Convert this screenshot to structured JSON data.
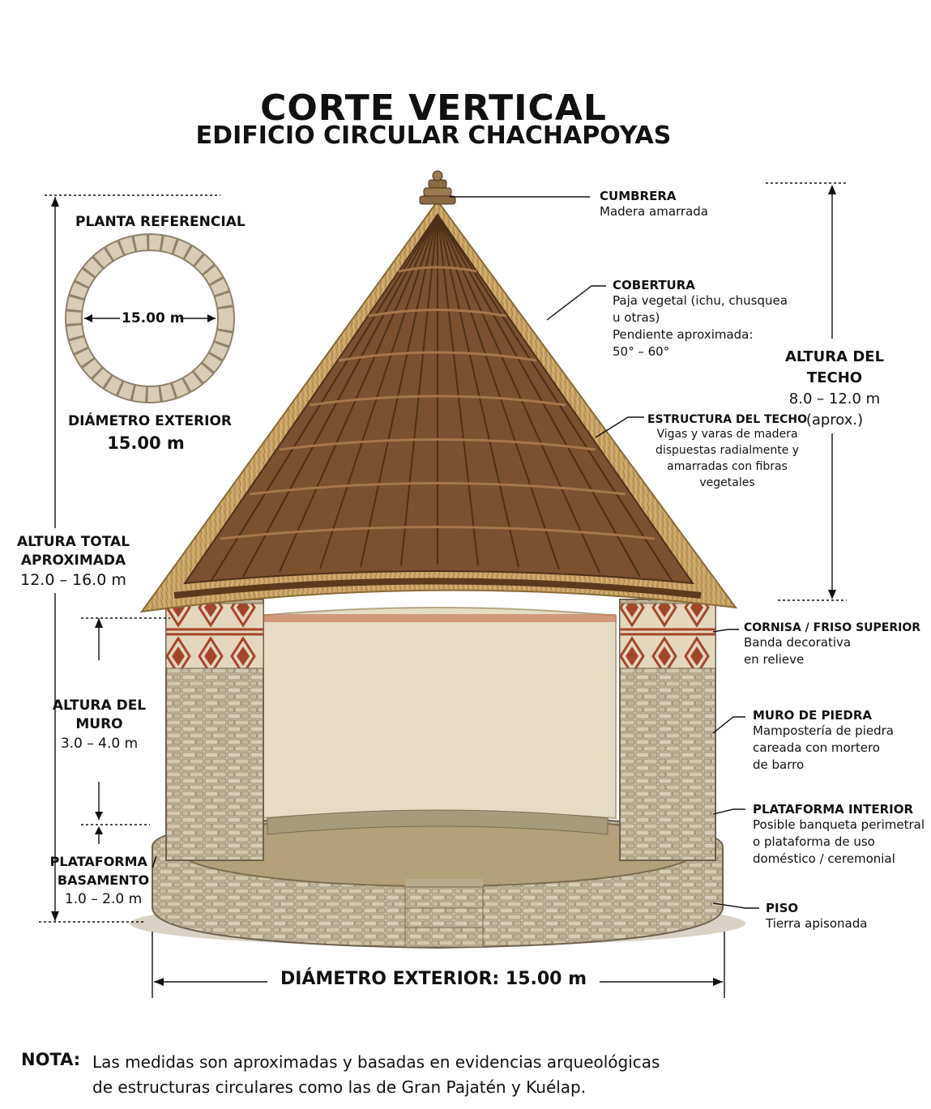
{
  "header": {
    "title": "CORTE VERTICAL",
    "subtitle": "EDIFICIO CIRCULAR CHACHAPOYAS"
  },
  "plan": {
    "heading": "PLANTA REFERENCIAL",
    "diameter_inner_label": "15.00 m",
    "diameter_caption": "DIÁMETRO EXTERIOR",
    "diameter_value": "15.00 m"
  },
  "left_dims": {
    "total_height": {
      "title_line1": "ALTURA TOTAL",
      "title_line2": "APROXIMADA",
      "value": "12.0 – 16.0 m"
    },
    "wall_height": {
      "title_line1": "ALTURA DEL",
      "title_line2": "MURO",
      "value": "3.0 – 4.0 m"
    },
    "platform_height": {
      "title_line1": "PLATAFORMA /",
      "title_line2": "BASAMENTO",
      "value": "1.0 – 2.0 m"
    }
  },
  "right_dims": {
    "roof_height": {
      "title_line1": "ALTURA DEL",
      "title_line2": "TECHO",
      "value": "8.0 – 12.0 m",
      "note": "(aprox.)"
    }
  },
  "callouts": {
    "cumbrera": {
      "title": "CUMBRERA",
      "lines": [
        "Madera amarrada"
      ]
    },
    "cobertura": {
      "title": "COBERTURA",
      "lines": [
        "Paja vegetal (ichu, chusquea",
        "u otras)",
        "Pendiente aproximada:",
        "50° – 60°"
      ]
    },
    "estructura": {
      "title": "ESTRUCTURA DEL TECHO",
      "lines": [
        "Vigas y varas de madera",
        "dispuestas radialmente y",
        "amarradas con fibras",
        "vegetales"
      ]
    },
    "cornisa": {
      "title": "CORNISA / FRISO SUPERIOR",
      "lines": [
        "Banda decorativa",
        "en relieve"
      ]
    },
    "muro": {
      "title": "MURO DE PIEDRA",
      "lines": [
        "Mampostería de piedra",
        "careada con mortero",
        "de barro"
      ]
    },
    "plataforma": {
      "title": "PLATAFORMA INTERIOR",
      "lines": [
        "Posible banqueta perimetral",
        "o plataforma de uso",
        "doméstico / ceremonial"
      ]
    },
    "piso": {
      "title": "PISO",
      "lines": [
        "Tierra apisonada"
      ]
    }
  },
  "bottom": {
    "diameter_label": "DIÁMETRO EXTERIOR: 15.00 m"
  },
  "note": {
    "label": "NOTA:",
    "line1": "Las medidas son aproximadas y basadas en evidencias arqueológicas",
    "line2": "de estructuras circulares como las de Gran Pajatén y Kuélap."
  },
  "colors": {
    "thatch": "#c9a366",
    "thatch_dark": "#a07a3f",
    "roof_timber": "#6b4524",
    "stone": "#cbbfa4",
    "stone_dark": "#8f826a",
    "plaster": "#e6dcc4",
    "frieze_red": "#a3452b",
    "floor": "#b5a07c"
  }
}
